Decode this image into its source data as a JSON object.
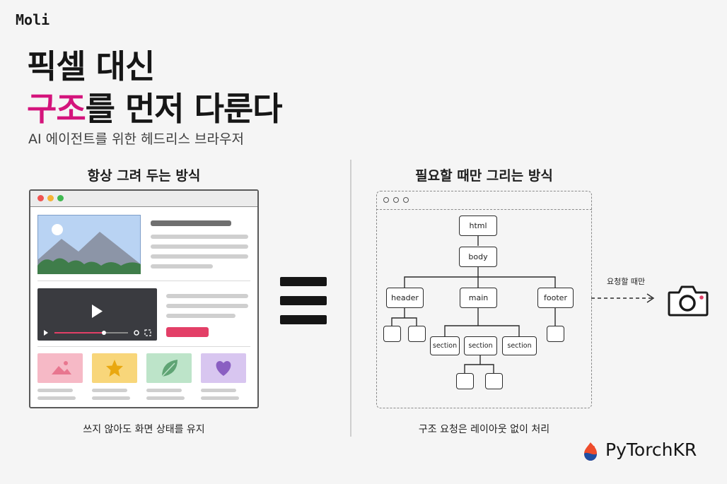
{
  "brand": "Moli",
  "headline": {
    "line1": "픽셀 대신",
    "line2_accent": "구조",
    "line2_rest": "를 먼저 다룬다"
  },
  "subtitle": "AI 에이전트를 위한 헤드리스 브라우저",
  "left": {
    "title": "항상 그려 두는 방식",
    "caption": "쓰지 않아도 화면 상태를 유지"
  },
  "right": {
    "title": "필요할 때만 그리는 방식",
    "caption": "구조 요청은 레이아웃 없이 처리",
    "tree": {
      "root": "html",
      "body": "body",
      "children": [
        "header",
        "main",
        "footer"
      ],
      "main_children": [
        "section",
        "section",
        "section"
      ]
    },
    "on_demand_label": "요청할 때만"
  },
  "logo_text": "PyTorchKR",
  "colors": {
    "accent": "#d4147c",
    "sky": "#b9d3f3",
    "play_progress": "#e33f67",
    "thumb_pink": "#f6b9c6",
    "thumb_yellow": "#f8d67a",
    "thumb_green": "#bde4c9",
    "thumb_purple": "#d8c6f0"
  }
}
